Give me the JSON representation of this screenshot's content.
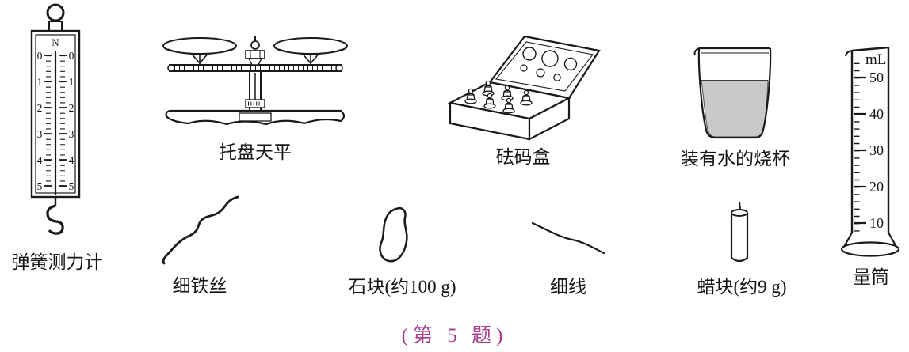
{
  "figure": {
    "caption": "(第 5 题)"
  },
  "items": {
    "spring_scale": {
      "label": "弹簧测力计",
      "unit": "N",
      "ticks": [
        "0",
        "1",
        "2",
        "3",
        "4",
        "5"
      ]
    },
    "balance": {
      "label": "托盘天平"
    },
    "weight_box": {
      "label": "砝码盒"
    },
    "beaker": {
      "label": "装有水的烧杯"
    },
    "cylinder": {
      "label": "量筒",
      "unit": "mL",
      "ticks": [
        "50",
        "40",
        "30",
        "20",
        "10"
      ]
    },
    "wire": {
      "label": "细铁丝"
    },
    "stone": {
      "label": "石块(约100 g)"
    },
    "thread": {
      "label": "细线"
    },
    "wax": {
      "label": "蜡块(约9 g)"
    }
  },
  "colors": {
    "ink": "#1a1a1a",
    "water": "#c9c9c9",
    "caption": "#a63a8e"
  }
}
